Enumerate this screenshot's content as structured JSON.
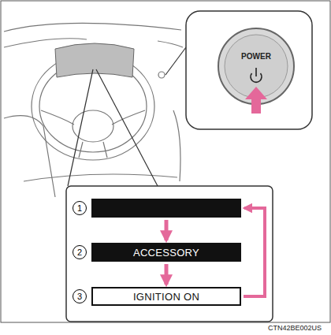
{
  "diagram": {
    "nodes": [
      {
        "text": [
          "1"
        ]
      },
      {
        "text": [
          "2",
          "ACCESSORY"
        ]
      },
      {
        "text": [
          "3",
          "IGNITION ON"
        ]
      }
    ],
    "edges": [
      {
        "from": 0,
        "to": 1,
        "arrow": "to"
      },
      {
        "from": 1,
        "to": 2,
        "arrow": "to"
      },
      {
        "from": 2,
        "to": 0,
        "arrow": "to"
      }
    ],
    "labels": [
      "POWER",
      "CTN42BE002US"
    ]
  }
}
